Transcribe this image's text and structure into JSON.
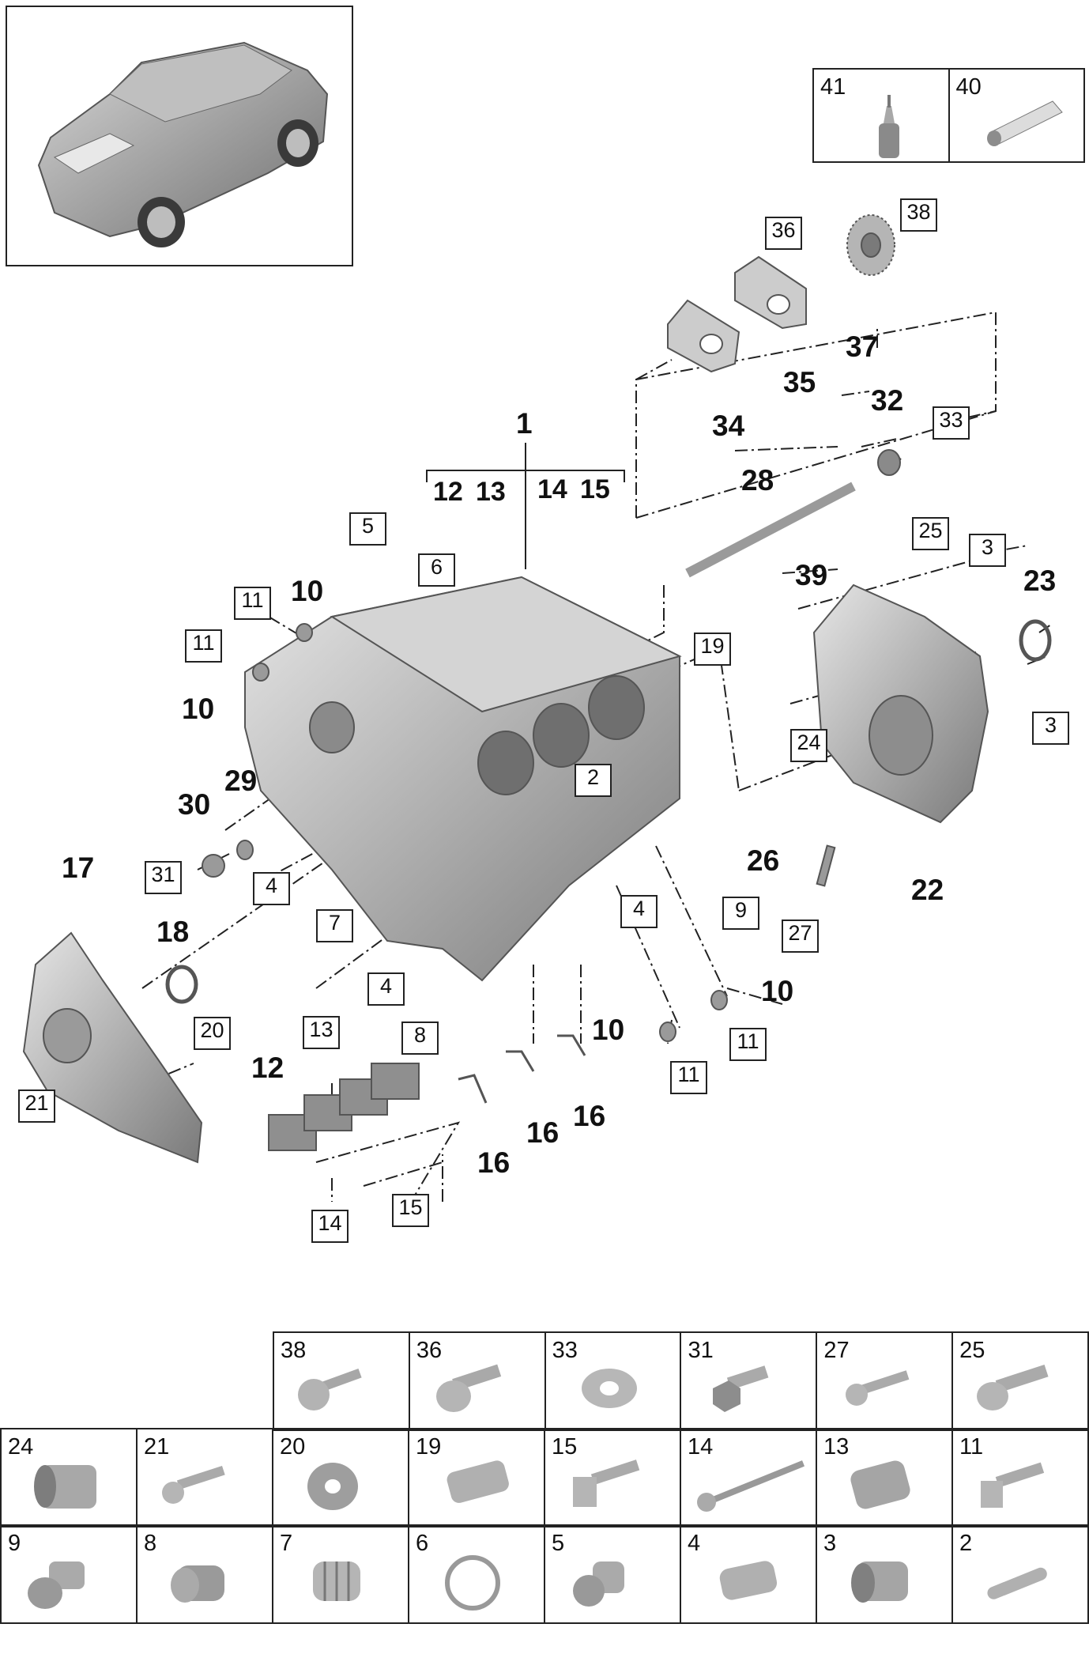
{
  "consumables": [
    {
      "num": "41",
      "icon": "oil-bottle-icon"
    },
    {
      "num": "40",
      "icon": "sealant-tube-icon"
    }
  ],
  "callouts": {
    "boxed": [
      "36",
      "38",
      "33",
      "5",
      "6",
      "11",
      "11",
      "19",
      "25",
      "3",
      "3",
      "24",
      "2",
      "31",
      "4",
      "4",
      "4",
      "7",
      "9",
      "27",
      "13",
      "8",
      "11",
      "11",
      "20",
      "21",
      "14",
      "15"
    ],
    "bold": [
      "37",
      "35",
      "34",
      "32",
      "1",
      "28",
      "12",
      "13",
      "14",
      "15",
      "39",
      "23",
      "10",
      "10",
      "29",
      "30",
      "26",
      "22",
      "17",
      "18",
      "10",
      "10",
      "12",
      "16",
      "16",
      "16"
    ]
  },
  "part_grid": {
    "row1": [
      {
        "num": "38",
        "icon": "hex-socket-bolt-icon"
      },
      {
        "num": "36",
        "icon": "countersunk-bolt-icon"
      },
      {
        "num": "33",
        "icon": "washer-icon"
      },
      {
        "num": "31",
        "icon": "hex-bolt-icon"
      },
      {
        "num": "27",
        "icon": "bolt-icon"
      },
      {
        "num": "25",
        "icon": "flange-bolt-icon"
      }
    ],
    "row2": [
      {
        "num": "24",
        "icon": "sleeve-icon"
      },
      {
        "num": "21",
        "icon": "bolt-icon"
      },
      {
        "num": "20",
        "icon": "washer-icon"
      },
      {
        "num": "19",
        "icon": "dowel-icon"
      },
      {
        "num": "15",
        "icon": "bolt-icon"
      },
      {
        "num": "14",
        "icon": "long-bolt-icon"
      },
      {
        "num": "13",
        "icon": "dowel-icon"
      },
      {
        "num": "11",
        "icon": "bolt-icon"
      }
    ],
    "row3": [
      {
        "num": "9",
        "icon": "plug-icon"
      },
      {
        "num": "8",
        "icon": "cap-icon"
      },
      {
        "num": "7",
        "icon": "plug-ring-icon"
      },
      {
        "num": "6",
        "icon": "o-ring-icon"
      },
      {
        "num": "5",
        "icon": "screw-plug-icon"
      },
      {
        "num": "4",
        "icon": "dowel-icon"
      },
      {
        "num": "3",
        "icon": "sleeve-icon"
      },
      {
        "num": "2",
        "icon": "pin-icon"
      }
    ]
  }
}
